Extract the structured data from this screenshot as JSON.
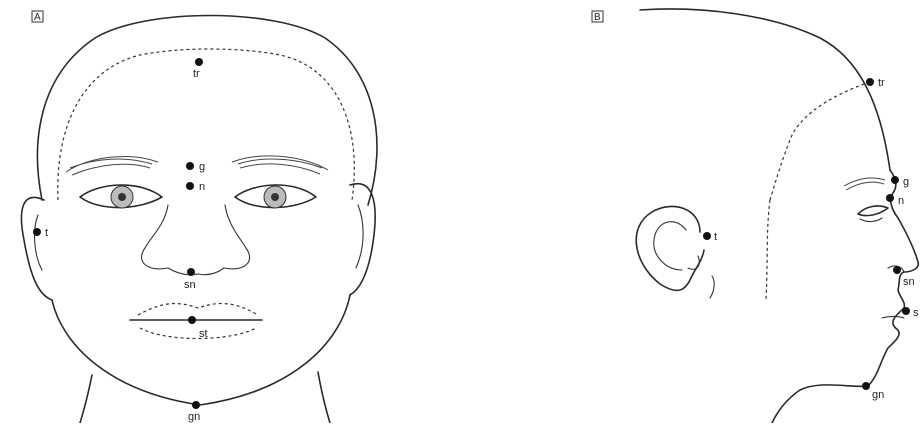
{
  "panels": [
    {
      "id": "A",
      "label": "A",
      "landmarks": [
        {
          "label": "tr"
        },
        {
          "label": "g"
        },
        {
          "label": "n"
        },
        {
          "label": "t"
        },
        {
          "label": "sn"
        },
        {
          "label": "st"
        },
        {
          "label": "gn"
        }
      ]
    },
    {
      "id": "B",
      "label": "B",
      "landmarks": [
        {
          "label": "tr"
        },
        {
          "label": "g"
        },
        {
          "label": "n"
        },
        {
          "label": "t"
        },
        {
          "label": "sn"
        },
        {
          "label": "s"
        },
        {
          "label": "gn"
        }
      ]
    }
  ]
}
